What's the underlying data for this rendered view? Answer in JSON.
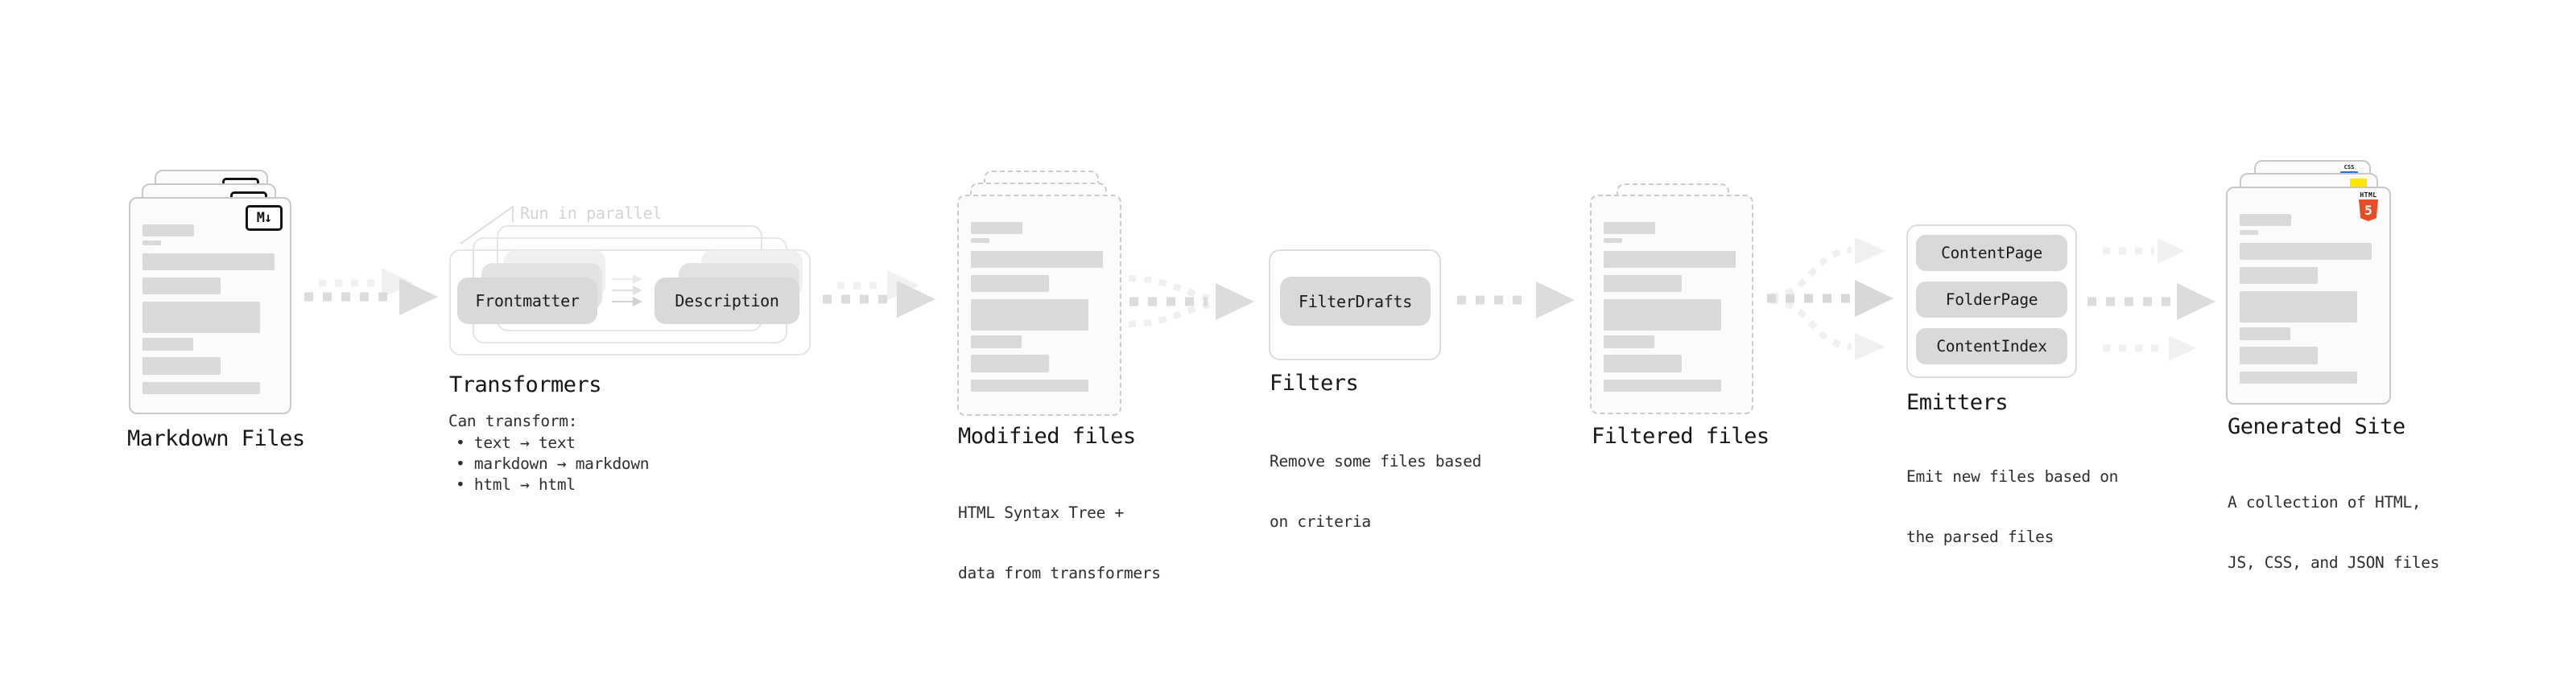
{
  "stages": {
    "markdown_files": {
      "title": "Markdown Files",
      "badge": "M↓"
    },
    "transformers": {
      "title": "Transformers",
      "callout": "Run in parallel",
      "pill_left": "Frontmatter",
      "pill_right": "Description",
      "desc_heading": "Can transform:",
      "bullets": [
        "• text → text",
        "• markdown → markdown",
        "• html → html"
      ]
    },
    "modified_files": {
      "title": "Modified files",
      "desc_lines": [
        "HTML Syntax Tree +",
        "data from transformers"
      ]
    },
    "filters": {
      "title": "Filters",
      "pill": "FilterDrafts",
      "desc_lines": [
        "Remove some files based",
        "on criteria"
      ]
    },
    "filtered_files": {
      "title": "Filtered files"
    },
    "emitters": {
      "title": "Emitters",
      "pills": [
        "ContentPage",
        "FolderPage",
        "ContentIndex"
      ],
      "desc_lines": [
        "Emit new files based on",
        "the parsed files"
      ]
    },
    "generated_site": {
      "title": "Generated Site",
      "desc_lines": [
        "A collection of HTML,",
        "JS, CSS, and JSON files"
      ],
      "html_badge": {
        "label": "HTML",
        "number": "5"
      },
      "css_badge": "CSS"
    }
  },
  "colors": {
    "html5_orange": "#e44d26",
    "js_yellow": "#fde403",
    "css_blue": "#2b6fe3",
    "pill_gray": "#d9d9d9",
    "arrow_gray": "#dcdcdc",
    "arrow_light": "#efefef",
    "card_border": "#c9c9c9",
    "text_dark": "#161616"
  }
}
